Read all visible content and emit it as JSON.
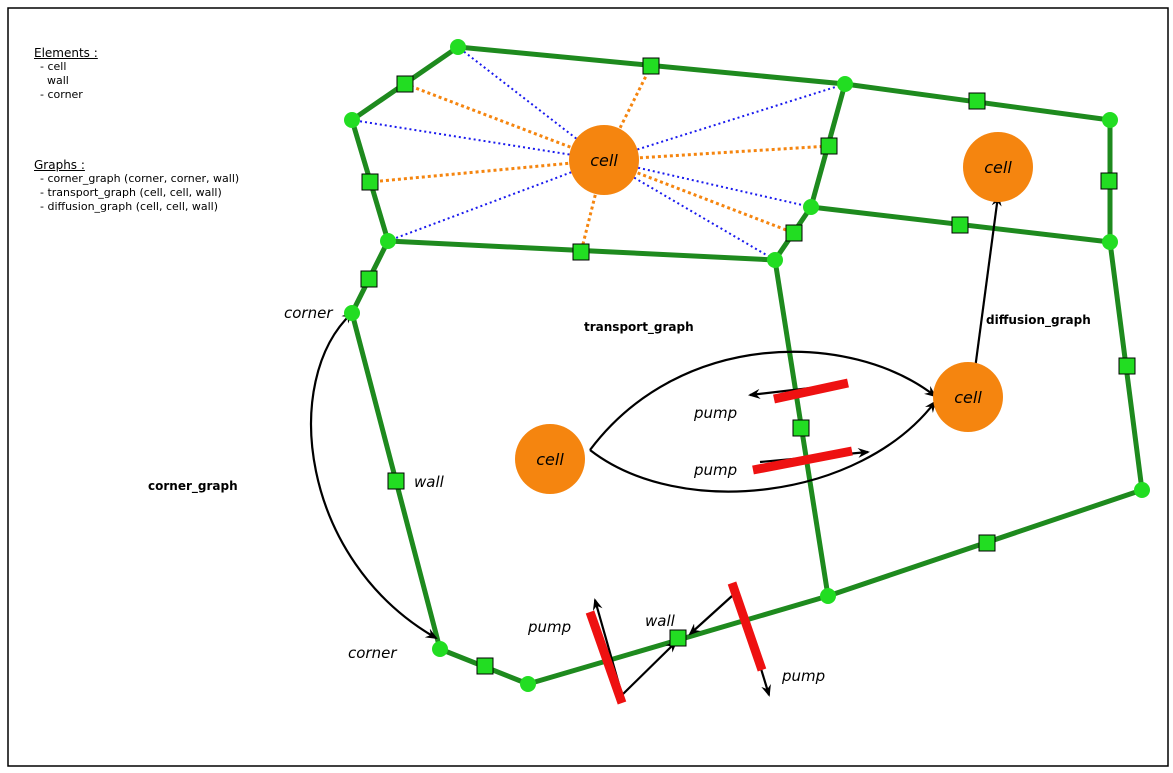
{
  "legend": {
    "elements_header": "Elements :",
    "elements": [
      "- cell",
      "  wall",
      "- corner"
    ],
    "graphs_header": "Graphs :",
    "graphs": [
      "- corner_graph (corner, corner, wall)",
      "- transport_graph (cell, cell, wall)",
      "- diffusion_graph (cell, cell, wall)"
    ]
  },
  "labels": {
    "cell": "cell",
    "corner": "corner",
    "wall": "wall",
    "pump": "pump",
    "corner_graph": "corner_graph",
    "transport_graph": "transport_graph",
    "diffusion_graph": "diffusion_graph"
  },
  "colors": {
    "wall_line": "#1e8a1e",
    "corner_node": "#22dd22",
    "wall_node": "#22dd22",
    "cell_fill": "#f5850f",
    "pump": "#ee1111",
    "arrow": "#000000",
    "dotted_blue": "#1a1aee",
    "dotted_orange": "#f5850f"
  }
}
